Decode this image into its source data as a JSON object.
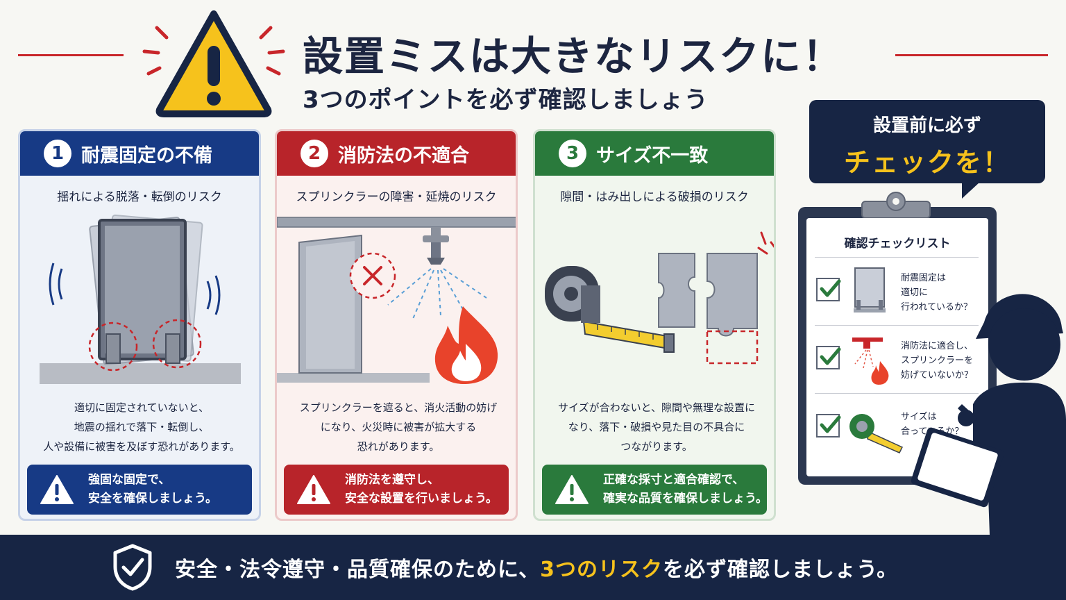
{
  "header": {
    "title": "設置ミスは大きなリスクに！",
    "subtitle": "3つのポイントを必ず確認しましょう"
  },
  "colors": {
    "navy": "#172544",
    "blue": "#173a85",
    "red": "#b8242a",
    "green": "#2a7a3c",
    "yellow": "#f6c21c"
  },
  "cards": [
    {
      "number": "1",
      "title": "耐震固定の不備",
      "subtitle": "揺れによる脱落・転倒のリスク",
      "desc": [
        "適切に固定されていないと、",
        "地震の揺れで落下・転倒し、",
        "人や設備に被害を及ぼす恐れがあります。"
      ],
      "note": [
        "強固な固定で、",
        "安全を確保しましょう。"
      ]
    },
    {
      "number": "2",
      "title": "消防法の不適合",
      "subtitle": "スプリンクラーの障害・延焼のリスク",
      "desc": [
        "スプリンクラーを遮ると、消火活動の妨げ",
        "になり、火災時に被害が拡大する",
        "恐れがあります。"
      ],
      "note": [
        "消防法を遵守し、",
        "安全な設置を行いましょう。"
      ]
    },
    {
      "number": "3",
      "title": "サイズ不一致",
      "subtitle": "隙間・はみ出しによる破損のリスク",
      "desc": [
        "サイズが合わないと、隙間や無理な設置に",
        "なり、落下・破損や見た目の不具合に",
        "つながります。"
      ],
      "note": [
        "正確な採寸と適合確認で、",
        "確実な品質を確保しましょう。"
      ]
    }
  ],
  "bubble": {
    "line1": "設置前に必ず",
    "line2": "チェックを！"
  },
  "checklist": {
    "title": "確認チェックリスト",
    "items": [
      {
        "lines": [
          "耐震固定は",
          "適切に",
          "行われているか？"
        ]
      },
      {
        "lines": [
          "消防法に適合し、",
          "スプリンクラーを",
          "妨げていないか？"
        ]
      },
      {
        "lines": [
          "サイズは",
          "合っているか？"
        ]
      }
    ]
  },
  "footer": {
    "prefix": "安全・法令遵守・品質確保のために、",
    "highlight": "3つのリスク",
    "suffix": "を必ず確認しましょう。"
  }
}
